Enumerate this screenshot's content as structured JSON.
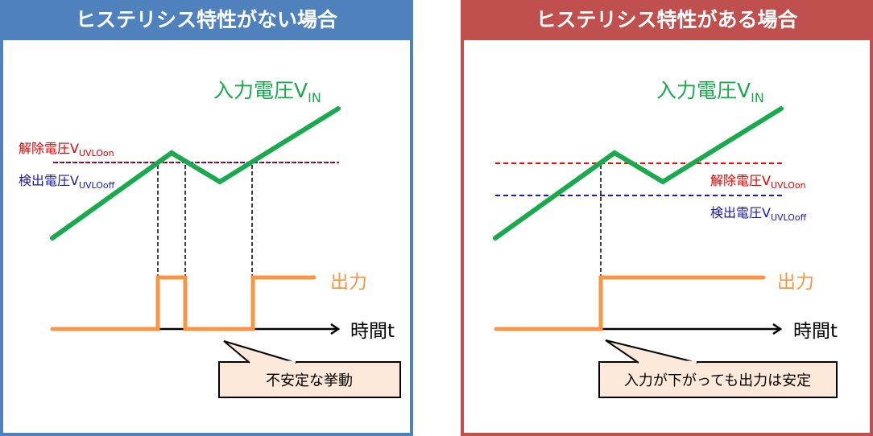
{
  "colors": {
    "no_hysteresis_header": "#4f81bd",
    "hysteresis_header": "#c0504d",
    "input_voltage": "#1aaa4e",
    "release_voltage": "#ff0000",
    "detect_voltage": "#1a1aa8",
    "output": "#f79646",
    "callout_fill": "#fde9d9"
  },
  "panels": [
    {
      "title": "ヒステリシス特性がない場合",
      "input_label": "入力電圧V",
      "input_sub": "IN",
      "release_label": "解除電圧V",
      "release_sub": "UVLOon",
      "detect_label": "検出電圧V",
      "detect_sub": "UVLOoff",
      "output_label": "出力",
      "time_label": "時間t",
      "callout": "不安定な挙動"
    },
    {
      "title": "ヒステリシス特性がある場合",
      "input_label": "入力電圧V",
      "input_sub": "IN",
      "release_label": "解除電圧V",
      "release_sub": "UVLOon",
      "detect_label": "検出電圧V",
      "detect_sub": "UVLOoff",
      "output_label": "出力",
      "time_label": "時間t",
      "callout": "入力が下がっても出力は安定"
    }
  ]
}
